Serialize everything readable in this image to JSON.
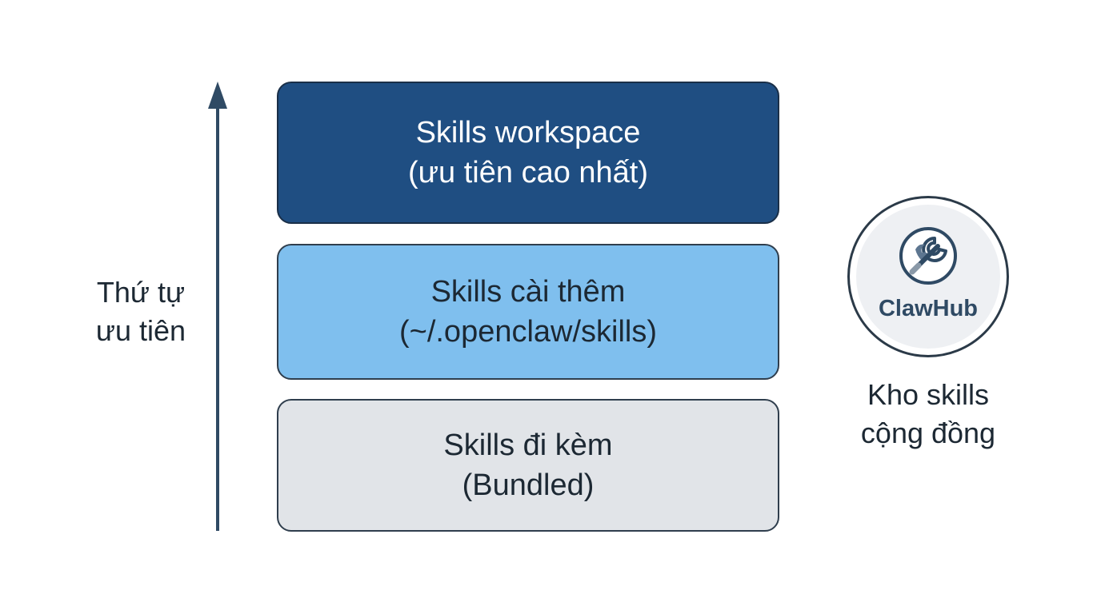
{
  "axis": {
    "label_line1": "Thứ tự",
    "label_line2": "ưu tiên"
  },
  "tiers": [
    {
      "line1": "Skills workspace",
      "line2": "(ưu tiên cao nhất)",
      "color": "#1f4e82"
    },
    {
      "line1": "Skills cài thêm",
      "line2": "(~/.openclaw/skills)",
      "color": "#7fbfee"
    },
    {
      "line1": "Skills đi kèm",
      "line2": "(Bundled)",
      "color": "#e1e4e8"
    }
  ],
  "clawhub": {
    "name": "ClawHub",
    "icon": "claw-wrench-icon",
    "caption_line1": "Kho skills",
    "caption_line2": "cộng đồng"
  },
  "colors": {
    "axis": "#2f4a64",
    "badge_text": "#2f4a64"
  }
}
